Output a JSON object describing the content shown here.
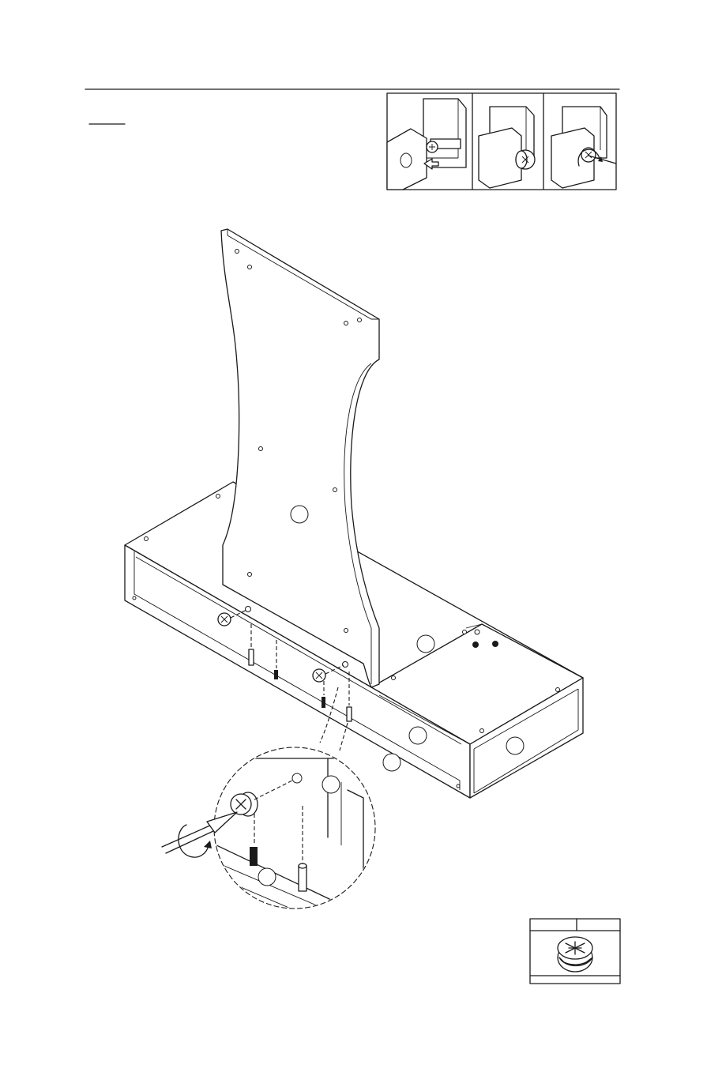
{
  "step_header": {
    "step_label": ""
  },
  "instruction_text": "",
  "inset_panels": [
    {
      "name": "insert-dowel"
    },
    {
      "name": "attach-cam-lock"
    },
    {
      "name": "tighten-cam-lock"
    }
  ],
  "part_callouts": [
    "",
    "",
    "",
    "",
    "",
    "",
    ""
  ],
  "hardware_box": {
    "quantity": "",
    "code": ""
  },
  "colors": {
    "line": "#1a1a1a",
    "paper": "#ffffff"
  }
}
